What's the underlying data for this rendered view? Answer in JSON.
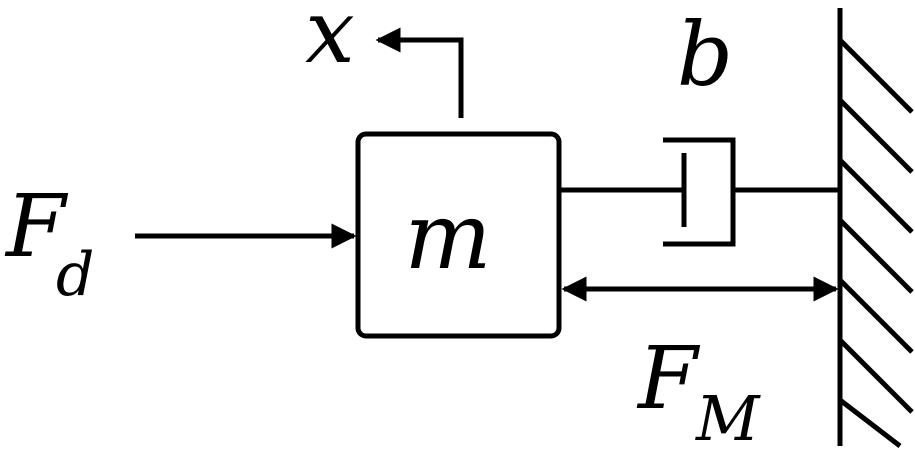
{
  "labels": {
    "mass": "m",
    "displacement": "x",
    "damping": "b",
    "drive_force_base": "F",
    "drive_force_sub": "d",
    "muscle_force_base": "F",
    "muscle_force_sub": "M"
  },
  "colors": {
    "stroke": "#000000",
    "background": "#ffffff"
  },
  "icons": {
    "wall": "hatched-wall",
    "damper": "dashpot",
    "arrow": "arrowhead"
  }
}
